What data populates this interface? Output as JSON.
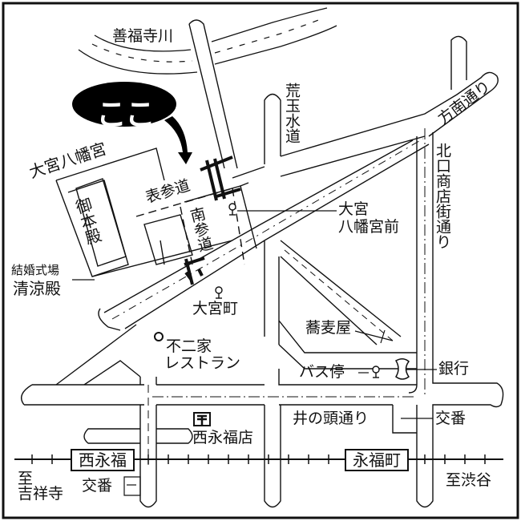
{
  "map": {
    "title_marker": "ここ",
    "colors": {
      "ink": "#111111",
      "background": "#ffffff",
      "marker_fill": "#000000"
    },
    "rivers": [
      {
        "label": "善福寺川"
      }
    ],
    "roads": {
      "arakawa_suido": "荒玉水道",
      "hounan_dori": "方南通り",
      "kitaguchi_shotengai": "北口商店街通り",
      "inokashira_dori": "井の頭通り",
      "omote_sando": "表参道",
      "minami_sando": "南参道"
    },
    "places": {
      "shrine": "大宮八幡宮",
      "main_hall": "御本殿",
      "wedding_hall_caption": "結婚式場",
      "wedding_hall_name": "清涼殿",
      "bus_stop_shrine_line1": "大宮",
      "bus_stop_shrine_line2": "八幡宮前",
      "bus_stop_omiyacho": "大宮町",
      "restaurant_line1": "不二家",
      "restaurant_line2": "レストラン",
      "soba_shop": "蕎麦屋",
      "bus_stop": "バス停",
      "bank": "銀行",
      "police_box_right": "交番",
      "police_box_left": "交番",
      "bank_branch": "西永福店"
    },
    "railway": {
      "stations": [
        "西永福",
        "永福町"
      ],
      "direction_left_line1": "至",
      "direction_left_line2": "吉祥寺",
      "direction_right": "至渋谷"
    },
    "icons": [
      "bus-stop-icon",
      "bank-icon",
      "bank-logo-icon",
      "torii-gate-icon",
      "arrow-down-icon",
      "restaurant-circle-icon"
    ]
  }
}
